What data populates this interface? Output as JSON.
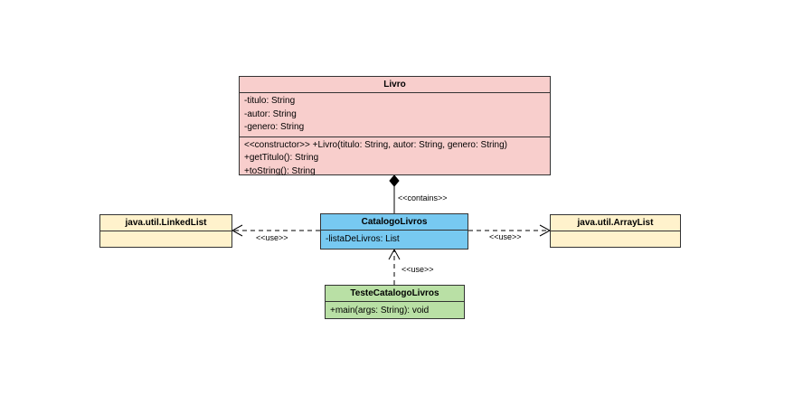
{
  "colors": {
    "livro_fill": "#f8cecc",
    "catalogo_fill": "#77c9f1",
    "library_fill": "#fff2cc",
    "teste_fill": "#b9e0a5",
    "border": "#333333"
  },
  "classes": {
    "livro": {
      "name": "Livro",
      "attributes": [
        "-titulo: String",
        "-autor: String",
        "-genero: String"
      ],
      "methods": [
        "<<constructor>> +Livro(titulo: String, autor: String, genero: String)",
        "+getTitulo(): String",
        "+toString(): String"
      ]
    },
    "catalogo": {
      "name": "CatalogoLivros",
      "attributes": [
        "-listaDeLivros: List"
      ]
    },
    "linkedlist": {
      "name": "java.util.LinkedList"
    },
    "arraylist": {
      "name": "java.util.ArrayList"
    },
    "teste": {
      "name": "TesteCatalogoLivros",
      "methods": [
        "+main(args: String): void"
      ]
    }
  },
  "relations": {
    "contains": "<<contains>>",
    "use_linkedlist": "<<use>>",
    "use_arraylist": "<<use>>",
    "use_teste": "<<use>>"
  }
}
